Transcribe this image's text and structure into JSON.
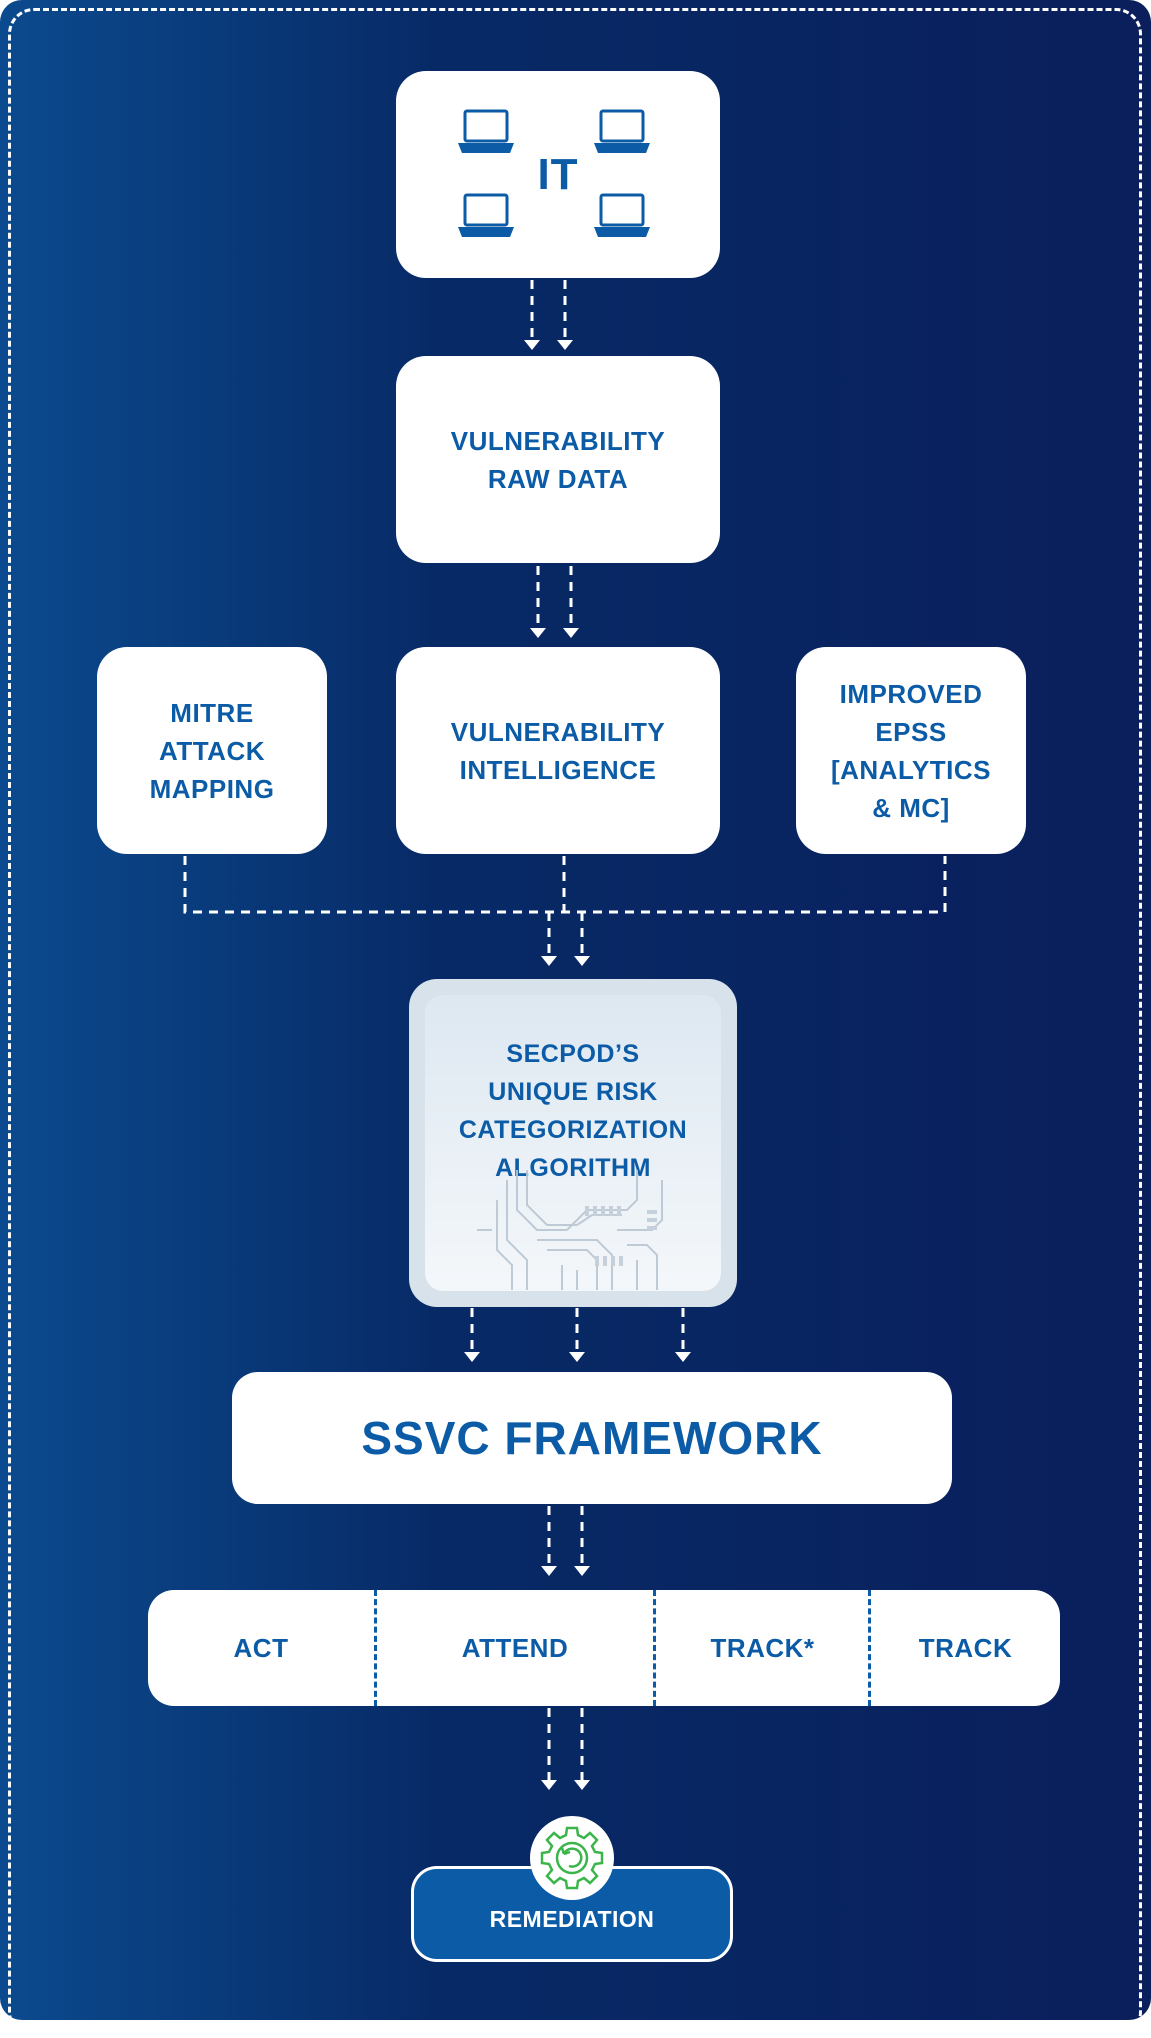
{
  "diagram": {
    "it": {
      "title": "IT",
      "icons": [
        "laptop-icon",
        "laptop-icon",
        "laptop-icon",
        "laptop-icon"
      ]
    },
    "raw_data": {
      "label": "VULNERABILITY\nRAW DATA"
    },
    "mitre": {
      "label": "MITRE\nATTACK\nMAPPING"
    },
    "intelligence": {
      "label": "VULNERABILITY\nINTELLIGENCE"
    },
    "epss": {
      "label": "IMPROVED\nEPSS\n[ANALYTICS\n& MC]"
    },
    "algorithm": {
      "label": "SECPOD’S\nUNIQUE RISK\nCATEGORIZATION\nALGORITHM",
      "icon": "circuit-board-icon"
    },
    "ssvc": {
      "title": "SSVC FRAMEWORK"
    },
    "categories": [
      {
        "label": "ACT"
      },
      {
        "label": "ATTEND"
      },
      {
        "label": "TRACK*"
      },
      {
        "label": "TRACK"
      }
    ],
    "remediation": {
      "label": "REMEDIATION",
      "icon": "gear-refresh-icon"
    }
  },
  "colors": {
    "background_dark": "#0a1f5c",
    "background_light": "#0b4a8e",
    "accent_blue": "#0b5ba6",
    "box_fill": "#ffffff",
    "gear_green": "#3bb54a"
  }
}
